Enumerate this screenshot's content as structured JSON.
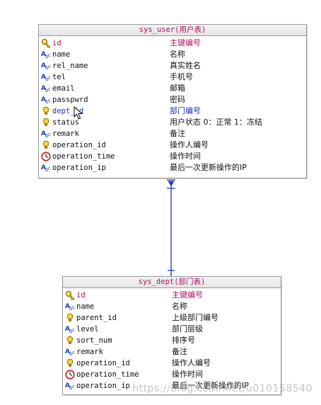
{
  "tables": [
    {
      "id": "sys_user",
      "title": "sys_user(用户表)",
      "columns": [
        {
          "name": "id",
          "comment": "主键编号",
          "icon": "key-icon",
          "kind": "pk"
        },
        {
          "name": "name",
          "comment": "名称",
          "icon": "string-type-icon",
          "kind": ""
        },
        {
          "name": "rel_name",
          "comment": "真实姓名",
          "icon": "string-type-icon",
          "kind": ""
        },
        {
          "name": "tel",
          "comment": "手机号",
          "icon": "string-type-icon",
          "kind": ""
        },
        {
          "name": "email",
          "comment": "邮箱",
          "icon": "string-type-icon",
          "kind": ""
        },
        {
          "name": "passpwrd",
          "comment": "密码",
          "icon": "string-type-icon",
          "kind": ""
        },
        {
          "name": "dept_id",
          "comment": "部门编号",
          "icon": "bulb-icon",
          "kind": "fk"
        },
        {
          "name": "status",
          "comment": "用户状态 0：正常  1：冻结",
          "icon": "bulb-icon",
          "kind": ""
        },
        {
          "name": "remark",
          "comment": "备注",
          "icon": "string-type-icon",
          "kind": ""
        },
        {
          "name": "operation_id",
          "comment": "操作人编号",
          "icon": "bulb-icon",
          "kind": ""
        },
        {
          "name": "operation_time",
          "comment": "操作时间",
          "icon": "clock-icon",
          "kind": ""
        },
        {
          "name": "operation_ip",
          "comment": "最后一次更新操作的IP",
          "icon": "string-type-icon",
          "kind": ""
        }
      ]
    },
    {
      "id": "sys_dept",
      "title": "sys_dept(部门表)",
      "columns": [
        {
          "name": "id",
          "comment": "主键编号",
          "icon": "key-icon",
          "kind": "pk"
        },
        {
          "name": "name",
          "comment": "名称",
          "icon": "string-type-icon",
          "kind": ""
        },
        {
          "name": "parent_id",
          "comment": "上级部门编号",
          "icon": "bulb-icon",
          "kind": ""
        },
        {
          "name": "level",
          "comment": "部门层级",
          "icon": "string-type-icon",
          "kind": ""
        },
        {
          "name": "sort_num",
          "comment": "排序号",
          "icon": "bulb-icon",
          "kind": ""
        },
        {
          "name": "remark",
          "comment": "备注",
          "icon": "string-type-icon",
          "kind": ""
        },
        {
          "name": "operation_id",
          "comment": "操作人编号",
          "icon": "bulb-icon",
          "kind": ""
        },
        {
          "name": "operation_time",
          "comment": "操作时间",
          "icon": "clock-icon",
          "kind": ""
        },
        {
          "name": "operation_ip",
          "comment": "最后一次更新操作的IP",
          "icon": "string-type-icon",
          "kind": ""
        }
      ]
    }
  ],
  "relationship": {
    "from": "sys_user",
    "to": "sys_dept",
    "cardinality": "many-to-one"
  },
  "watermark": "https://blog.csdn.net/u010158540",
  "colors": {
    "primary_key": "#b0125e",
    "foreign_key": "#1a2fb0",
    "connector": "#1a2fb0",
    "title": "#b0125e"
  }
}
